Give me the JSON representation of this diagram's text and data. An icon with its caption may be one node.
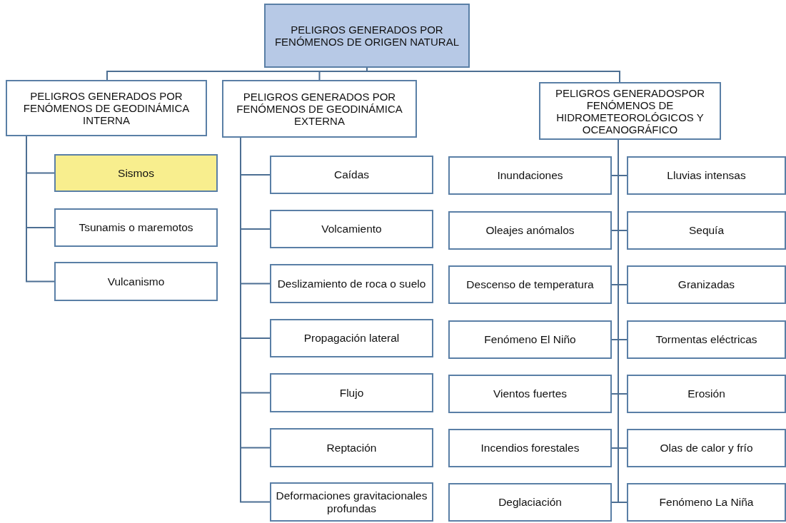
{
  "diagram": {
    "nodes": [
      {
        "text": [
          "PELIGROS GENERADOS POR FENÓMENOS DE ORIGEN NATURAL"
        ]
      },
      {
        "text": [
          "PELIGROS GENERADOS POR FENÓMENOS DE GEODINÁMICA INTERNA"
        ]
      },
      {
        "text": [
          "PELIGROS GENERADOS POR FENÓMENOS DE GEODINÁMICA EXTERNA"
        ]
      },
      {
        "text": [
          "PELIGROS GENERADOSPOR FENÓMENOS DE HIDROMETEOROLÓGICOS Y OCEANOGRÁFICO"
        ]
      },
      {
        "text": [
          "Sismos"
        ]
      },
      {
        "text": [
          "Tsunamis o maremotos"
        ]
      },
      {
        "text": [
          "Vulcanismo"
        ]
      },
      {
        "text": [
          "Caídas"
        ]
      },
      {
        "text": [
          "Volcamiento"
        ]
      },
      {
        "text": [
          "Deslizamiento de roca o suelo"
        ]
      },
      {
        "text": [
          "Propagación lateral"
        ]
      },
      {
        "text": [
          "Flujo"
        ]
      },
      {
        "text": [
          "Reptación"
        ]
      },
      {
        "text": [
          "Deformaciones gravitacionales profundas"
        ]
      },
      {
        "text": [
          "Inundaciones"
        ]
      },
      {
        "text": [
          "Lluvias intensas"
        ]
      },
      {
        "text": [
          "Oleajes anómalos"
        ]
      },
      {
        "text": [
          "Sequía"
        ]
      },
      {
        "text": [
          "Descenso de temperatura"
        ]
      },
      {
        "text": [
          "Granizadas"
        ]
      },
      {
        "text": [
          "Fenómeno El Niño"
        ]
      },
      {
        "text": [
          "Tormentas eléctricas"
        ]
      },
      {
        "text": [
          "Vientos fuertes"
        ]
      },
      {
        "text": [
          "Erosión"
        ]
      },
      {
        "text": [
          "Incendios forestales"
        ]
      },
      {
        "text": [
          "Olas de calor y frío"
        ]
      },
      {
        "text": [
          "Deglaciación"
        ]
      },
      {
        "text": [
          "Fenómeno La Niña"
        ]
      }
    ],
    "edges": [
      {
        "from": 0,
        "to": 1,
        "arrow": "none"
      },
      {
        "from": 0,
        "to": 2,
        "arrow": "none"
      },
      {
        "from": 0,
        "to": 3,
        "arrow": "none"
      },
      {
        "from": 1,
        "to": 4,
        "arrow": "none"
      },
      {
        "from": 1,
        "to": 5,
        "arrow": "none"
      },
      {
        "from": 1,
        "to": 6,
        "arrow": "none"
      },
      {
        "from": 2,
        "to": 7,
        "arrow": "none"
      },
      {
        "from": 2,
        "to": 8,
        "arrow": "none"
      },
      {
        "from": 2,
        "to": 9,
        "arrow": "none"
      },
      {
        "from": 2,
        "to": 10,
        "arrow": "none"
      },
      {
        "from": 2,
        "to": 11,
        "arrow": "none"
      },
      {
        "from": 2,
        "to": 12,
        "arrow": "none"
      },
      {
        "from": 2,
        "to": 13,
        "arrow": "none"
      },
      {
        "from": 3,
        "to": 14,
        "arrow": "none"
      },
      {
        "from": 3,
        "to": 15,
        "arrow": "none"
      },
      {
        "from": 3,
        "to": 16,
        "arrow": "none"
      },
      {
        "from": 3,
        "to": 17,
        "arrow": "none"
      },
      {
        "from": 3,
        "to": 18,
        "arrow": "none"
      },
      {
        "from": 3,
        "to": 19,
        "arrow": "none"
      },
      {
        "from": 3,
        "to": 20,
        "arrow": "none"
      },
      {
        "from": 3,
        "to": 21,
        "arrow": "none"
      },
      {
        "from": 3,
        "to": 22,
        "arrow": "none"
      },
      {
        "from": 3,
        "to": 23,
        "arrow": "none"
      },
      {
        "from": 3,
        "to": 24,
        "arrow": "none"
      },
      {
        "from": 3,
        "to": 25,
        "arrow": "none"
      },
      {
        "from": 3,
        "to": 26,
        "arrow": "none"
      },
      {
        "from": 3,
        "to": 27,
        "arrow": "none"
      }
    ]
  }
}
